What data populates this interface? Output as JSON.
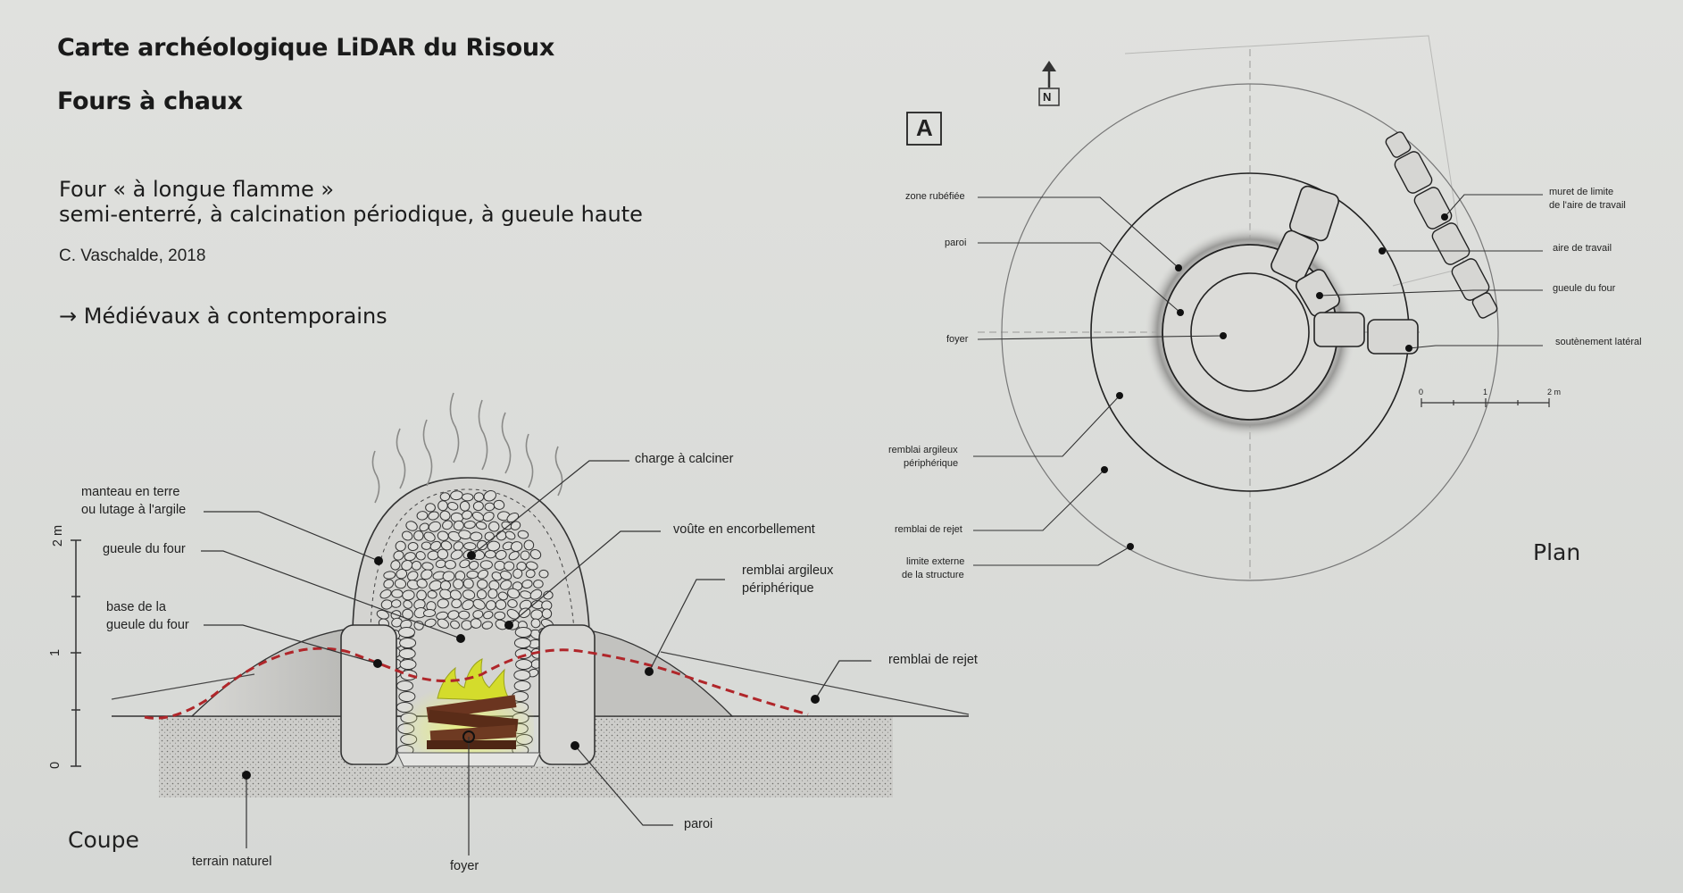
{
  "header": {
    "title": "Carte archéologique LiDAR du Risoux",
    "subtitle": "Fours à chaux"
  },
  "intro": {
    "kiln_type": "Four « à longue flamme »",
    "kiln_desc": "semi-enterré, à calcination périodique, à gueule haute",
    "credit": "C. Vaschalde, 2018",
    "period": "→ Médiévaux à contemporains"
  },
  "section": {
    "caption": "Coupe",
    "scale": {
      "label_0": "0",
      "label_1": "1",
      "label_2": "2 m"
    },
    "labels": {
      "charge": "charge à calciner",
      "manteau_1": "manteau en terre",
      "manteau_2": "ou lutage à l'argile",
      "voute": "voûte en encorbellement",
      "gueule": "gueule du four",
      "remblai_arg_1": "remblai argileux",
      "remblai_arg_2": "périphérique",
      "base_1": "base de la",
      "base_2": "gueule du four",
      "remblai_rejet": "remblai de rejet",
      "paroi": "paroi",
      "terrain": "terrain naturel",
      "foyer": "foyer"
    }
  },
  "plan": {
    "caption": "Plan",
    "badge": "A",
    "north": "N",
    "scale": {
      "label_0": "0",
      "label_1": "1",
      "label_2": "2 m"
    },
    "labels": {
      "zone": "zone rubéfiée",
      "paroi": "paroi",
      "foyer": "foyer",
      "remblai_arg_1": "remblai argileux",
      "remblai_arg_2": "périphérique",
      "remblai_rejet": "remblai de rejet",
      "limite_1": "limite externe",
      "limite_2": "de la structure",
      "muret_1": "muret de limite",
      "muret_2": "de l'aire de travail",
      "aire": "aire de travail",
      "gueule": "gueule du four",
      "soutenement": "soutènement latéral"
    }
  },
  "colors": {
    "background": "#d9dbd8",
    "ink": "#1b1b1b",
    "dashed_line": "#b0262a",
    "flame": "#d4d82a",
    "wood": "#5a2c18",
    "soil": "#c9c9c6"
  }
}
